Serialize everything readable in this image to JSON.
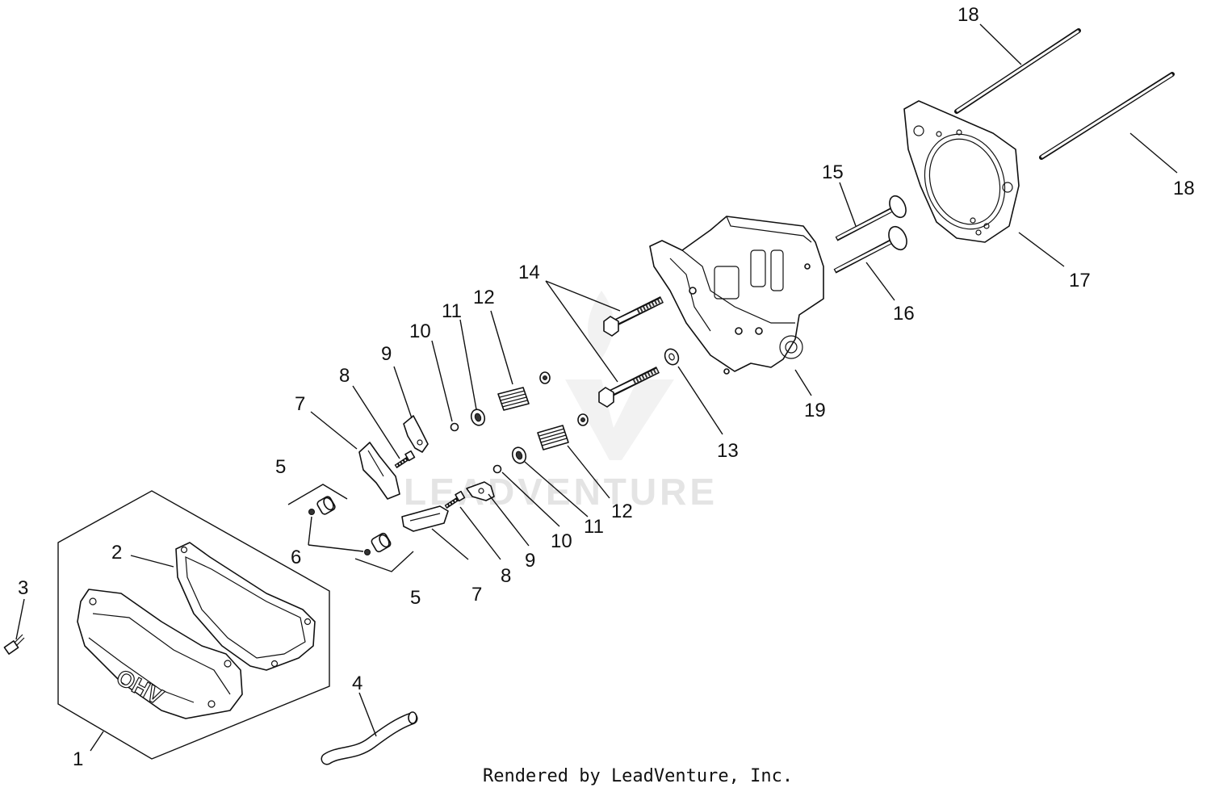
{
  "callouts": {
    "c1": "1",
    "c2": "2",
    "c3": "3",
    "c4": "4",
    "c5a": "5",
    "c5b": "5",
    "c6": "6",
    "c7a": "7",
    "c7b": "7",
    "c8a": "8",
    "c8b": "8",
    "c9a": "9",
    "c9b": "9",
    "c10a": "10",
    "c10b": "10",
    "c11a": "11",
    "c11b": "11",
    "c12a": "12",
    "c12b": "12",
    "c13": "13",
    "c14": "14",
    "c15": "15",
    "c16": "16",
    "c17": "17",
    "c18a": "18",
    "c18b": "18",
    "c19": "19"
  },
  "watermark": "LEADVENTURE",
  "credit": "Rendered by LeadVenture, Inc.",
  "cover_lettering": "OHV"
}
